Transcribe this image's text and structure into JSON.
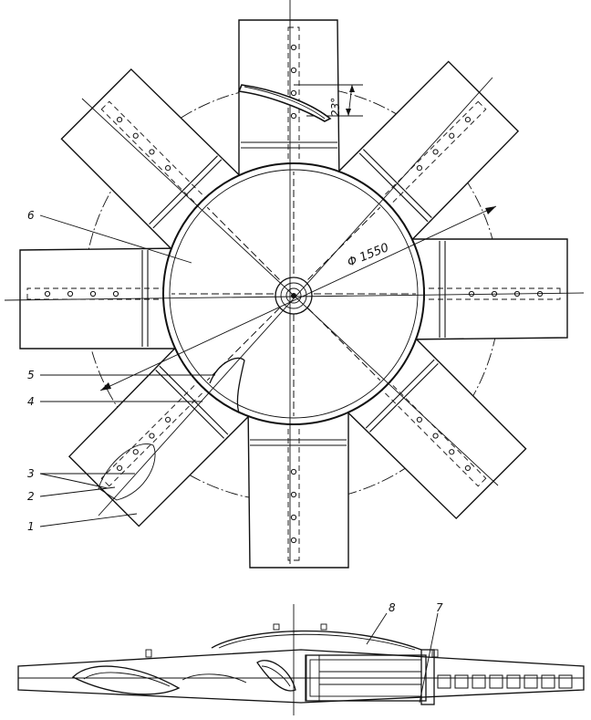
{
  "callouts": [
    "1",
    "2",
    "3",
    "4",
    "5",
    "6",
    "7",
    "8"
  ],
  "dimension_diameter": "Φ 1550",
  "angle_label": "23°",
  "blade_count": 8,
  "colors": {
    "ink": "#111111",
    "paper": "#ffffff"
  }
}
